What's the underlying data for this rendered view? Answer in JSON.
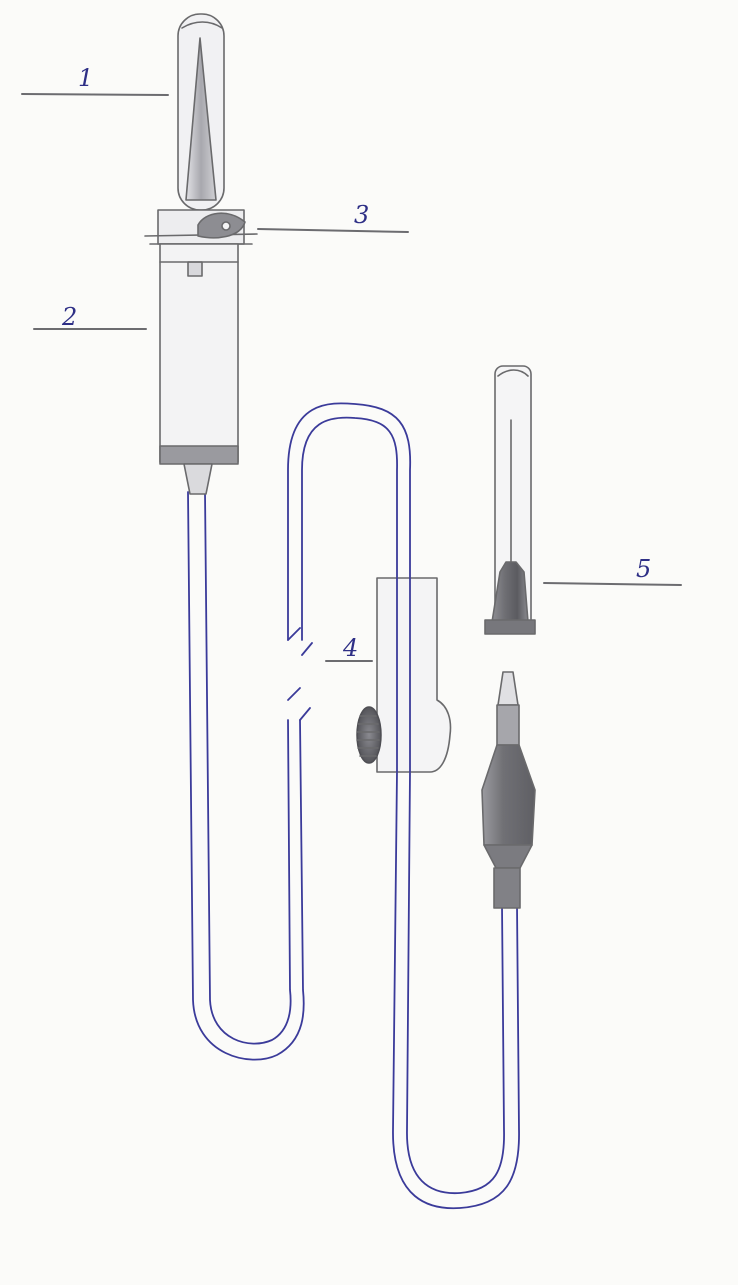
{
  "labels": {
    "spike": "1",
    "drip_chamber": "2",
    "air_vent": "3",
    "roller_clamp": "4",
    "needle": "5"
  },
  "colors": {
    "pencil": "#6a6a6c",
    "tube_ink": "#3b3b9a",
    "label_ink": "#2e2f86",
    "paper": "#fbfbf9"
  }
}
